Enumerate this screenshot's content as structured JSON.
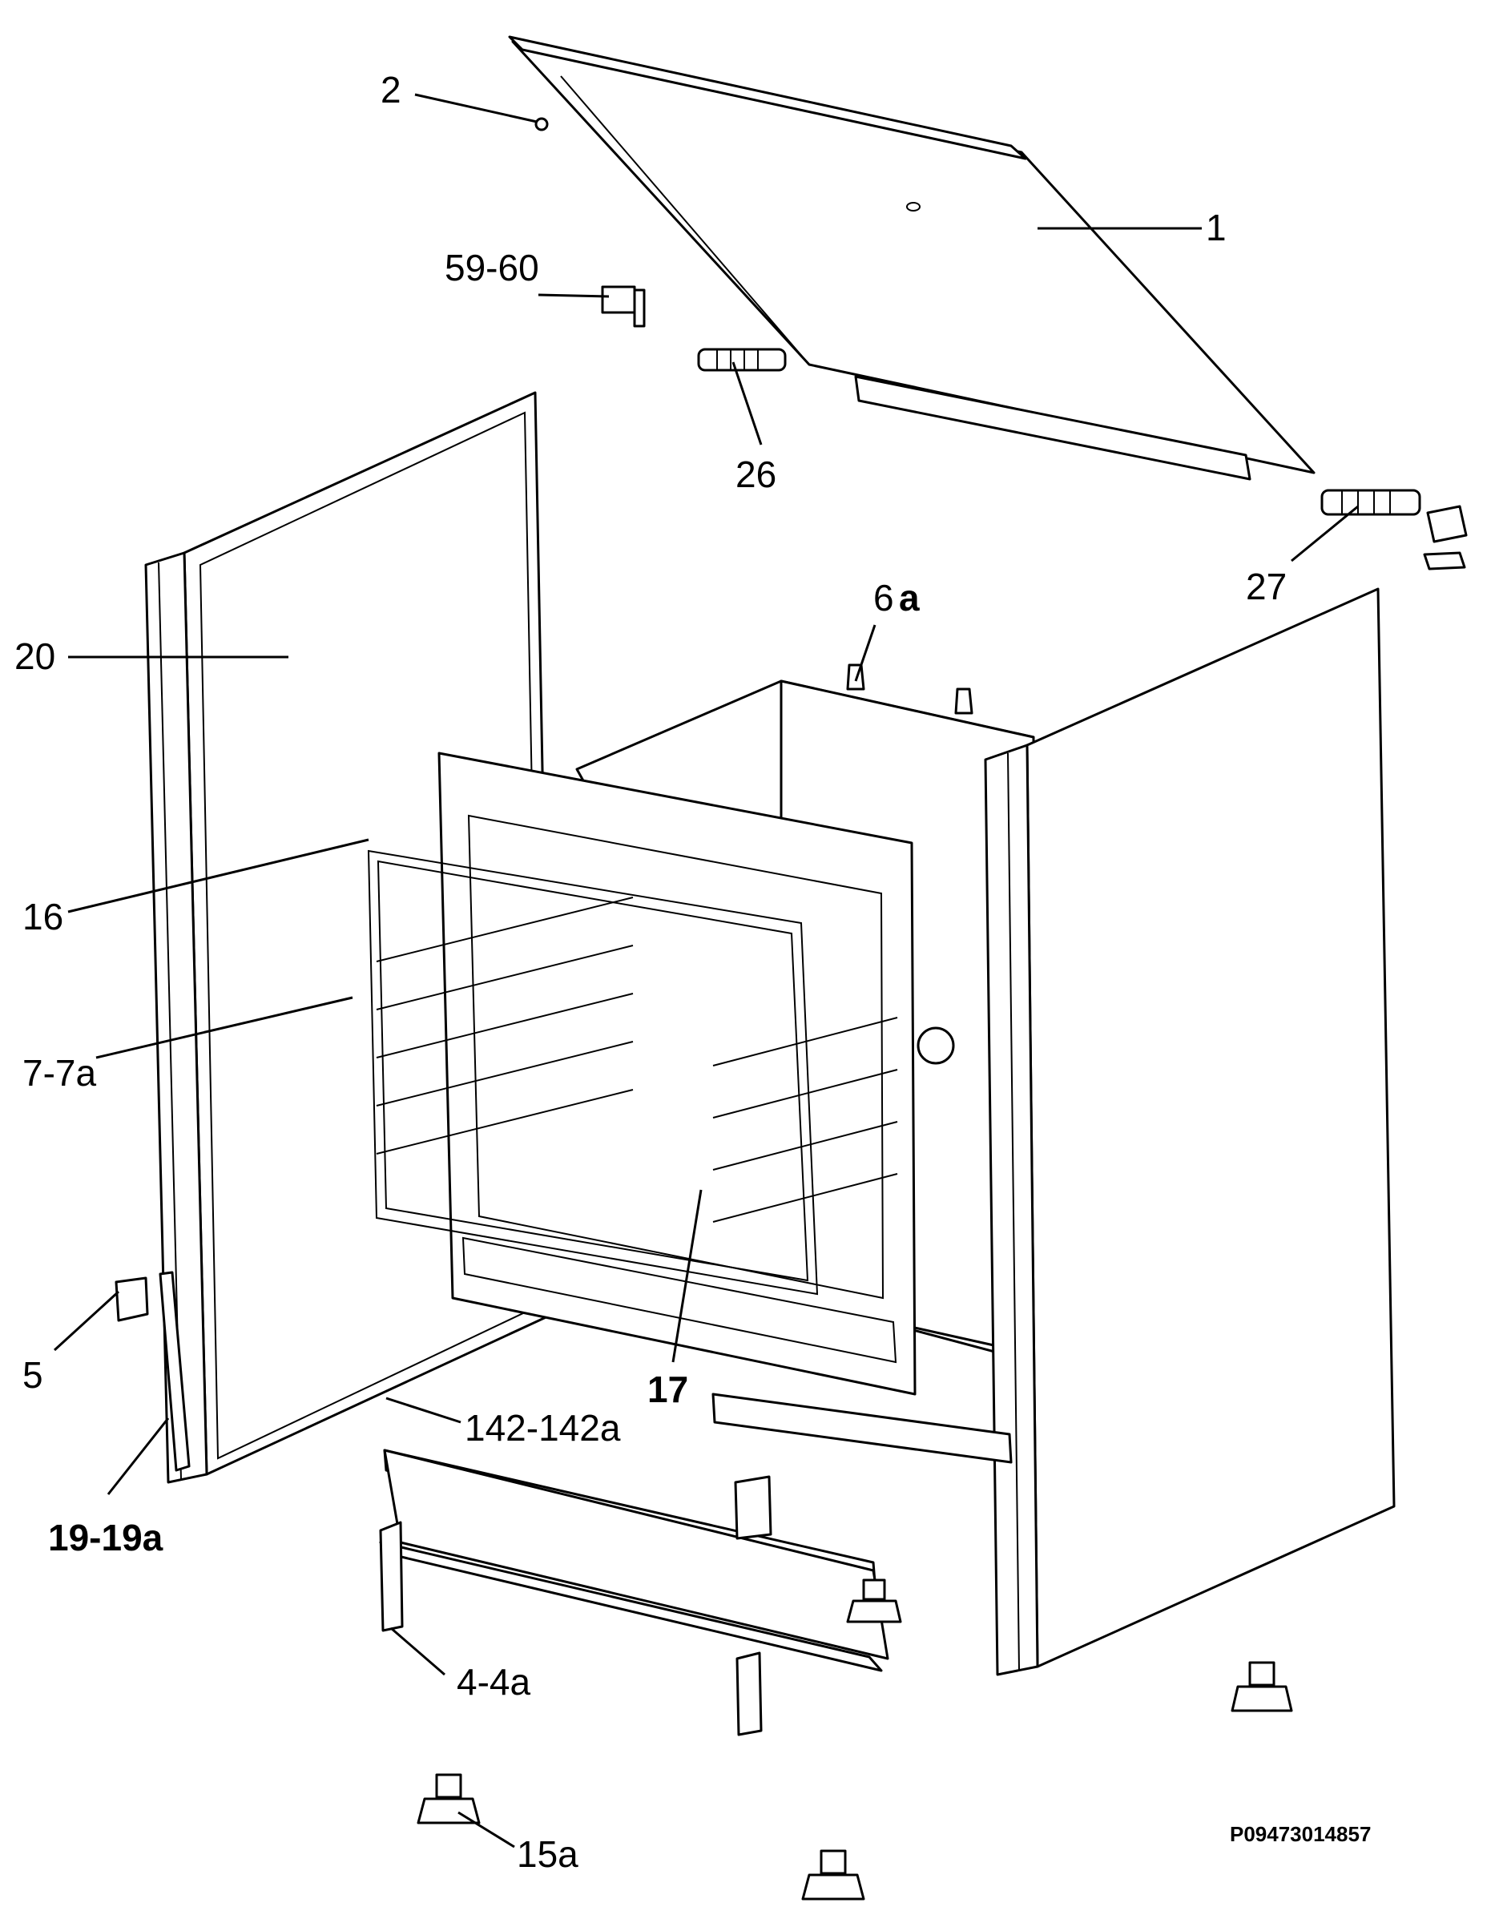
{
  "diagram": {
    "labels": [
      {
        "id": "1",
        "text": "1"
      },
      {
        "id": "2",
        "text": "2"
      },
      {
        "id": "59-60",
        "text": "59-60"
      },
      {
        "id": "26",
        "text": "26"
      },
      {
        "id": "27",
        "text": "27"
      },
      {
        "id": "6a_num",
        "text": "6"
      },
      {
        "id": "6a_suf",
        "text": "a"
      },
      {
        "id": "20",
        "text": "20"
      },
      {
        "id": "16",
        "text": "16"
      },
      {
        "id": "7-7a",
        "text": "7-7a"
      },
      {
        "id": "5",
        "text": "5"
      },
      {
        "id": "17",
        "text": "17"
      },
      {
        "id": "142-142a",
        "text": "142-142a"
      },
      {
        "id": "19-19a",
        "text": "19-19a"
      },
      {
        "id": "4-4a",
        "text": "4-4a"
      },
      {
        "id": "15a",
        "text": "15a"
      }
    ],
    "drawing_code": "P09473014857"
  }
}
